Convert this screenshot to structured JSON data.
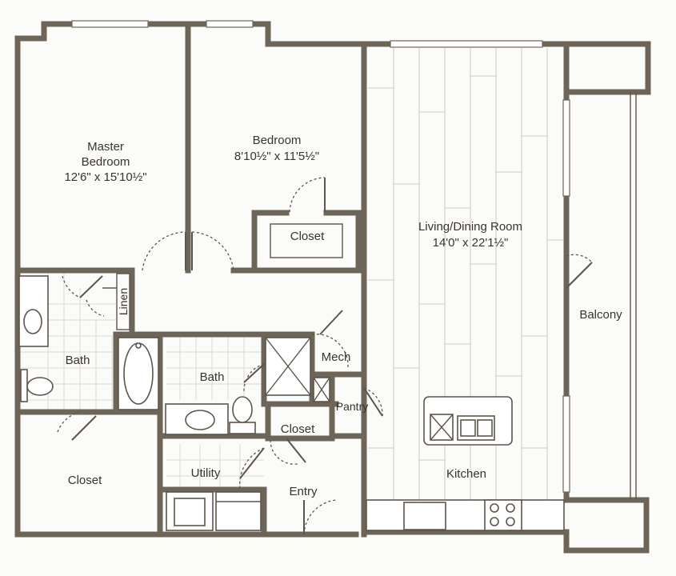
{
  "rooms": {
    "master_bedroom": {
      "name_line1": "Master",
      "name_line2": "Bedroom",
      "size": "12'6\" x 15'10½\""
    },
    "bedroom": {
      "name": "Bedroom",
      "size": "8'10½\" x 11'5½\""
    },
    "living_dining": {
      "name": "Living/Dining Room",
      "size": "14'0\" x 22'1½\""
    },
    "bedroom_closet": "Closet",
    "linen": "Linen",
    "master_bath": "Bath",
    "bath": "Bath",
    "mech": "Mech",
    "pantry": "Pantry",
    "hall_closet": "Closet",
    "master_closet": "Closet",
    "utility": "Utility",
    "entry": "Entry",
    "kitchen": "Kitchen",
    "balcony": "Balcony"
  },
  "colors": {
    "wall": "#6e6559",
    "background": "#fbfbf9",
    "text": "#3a342c"
  }
}
